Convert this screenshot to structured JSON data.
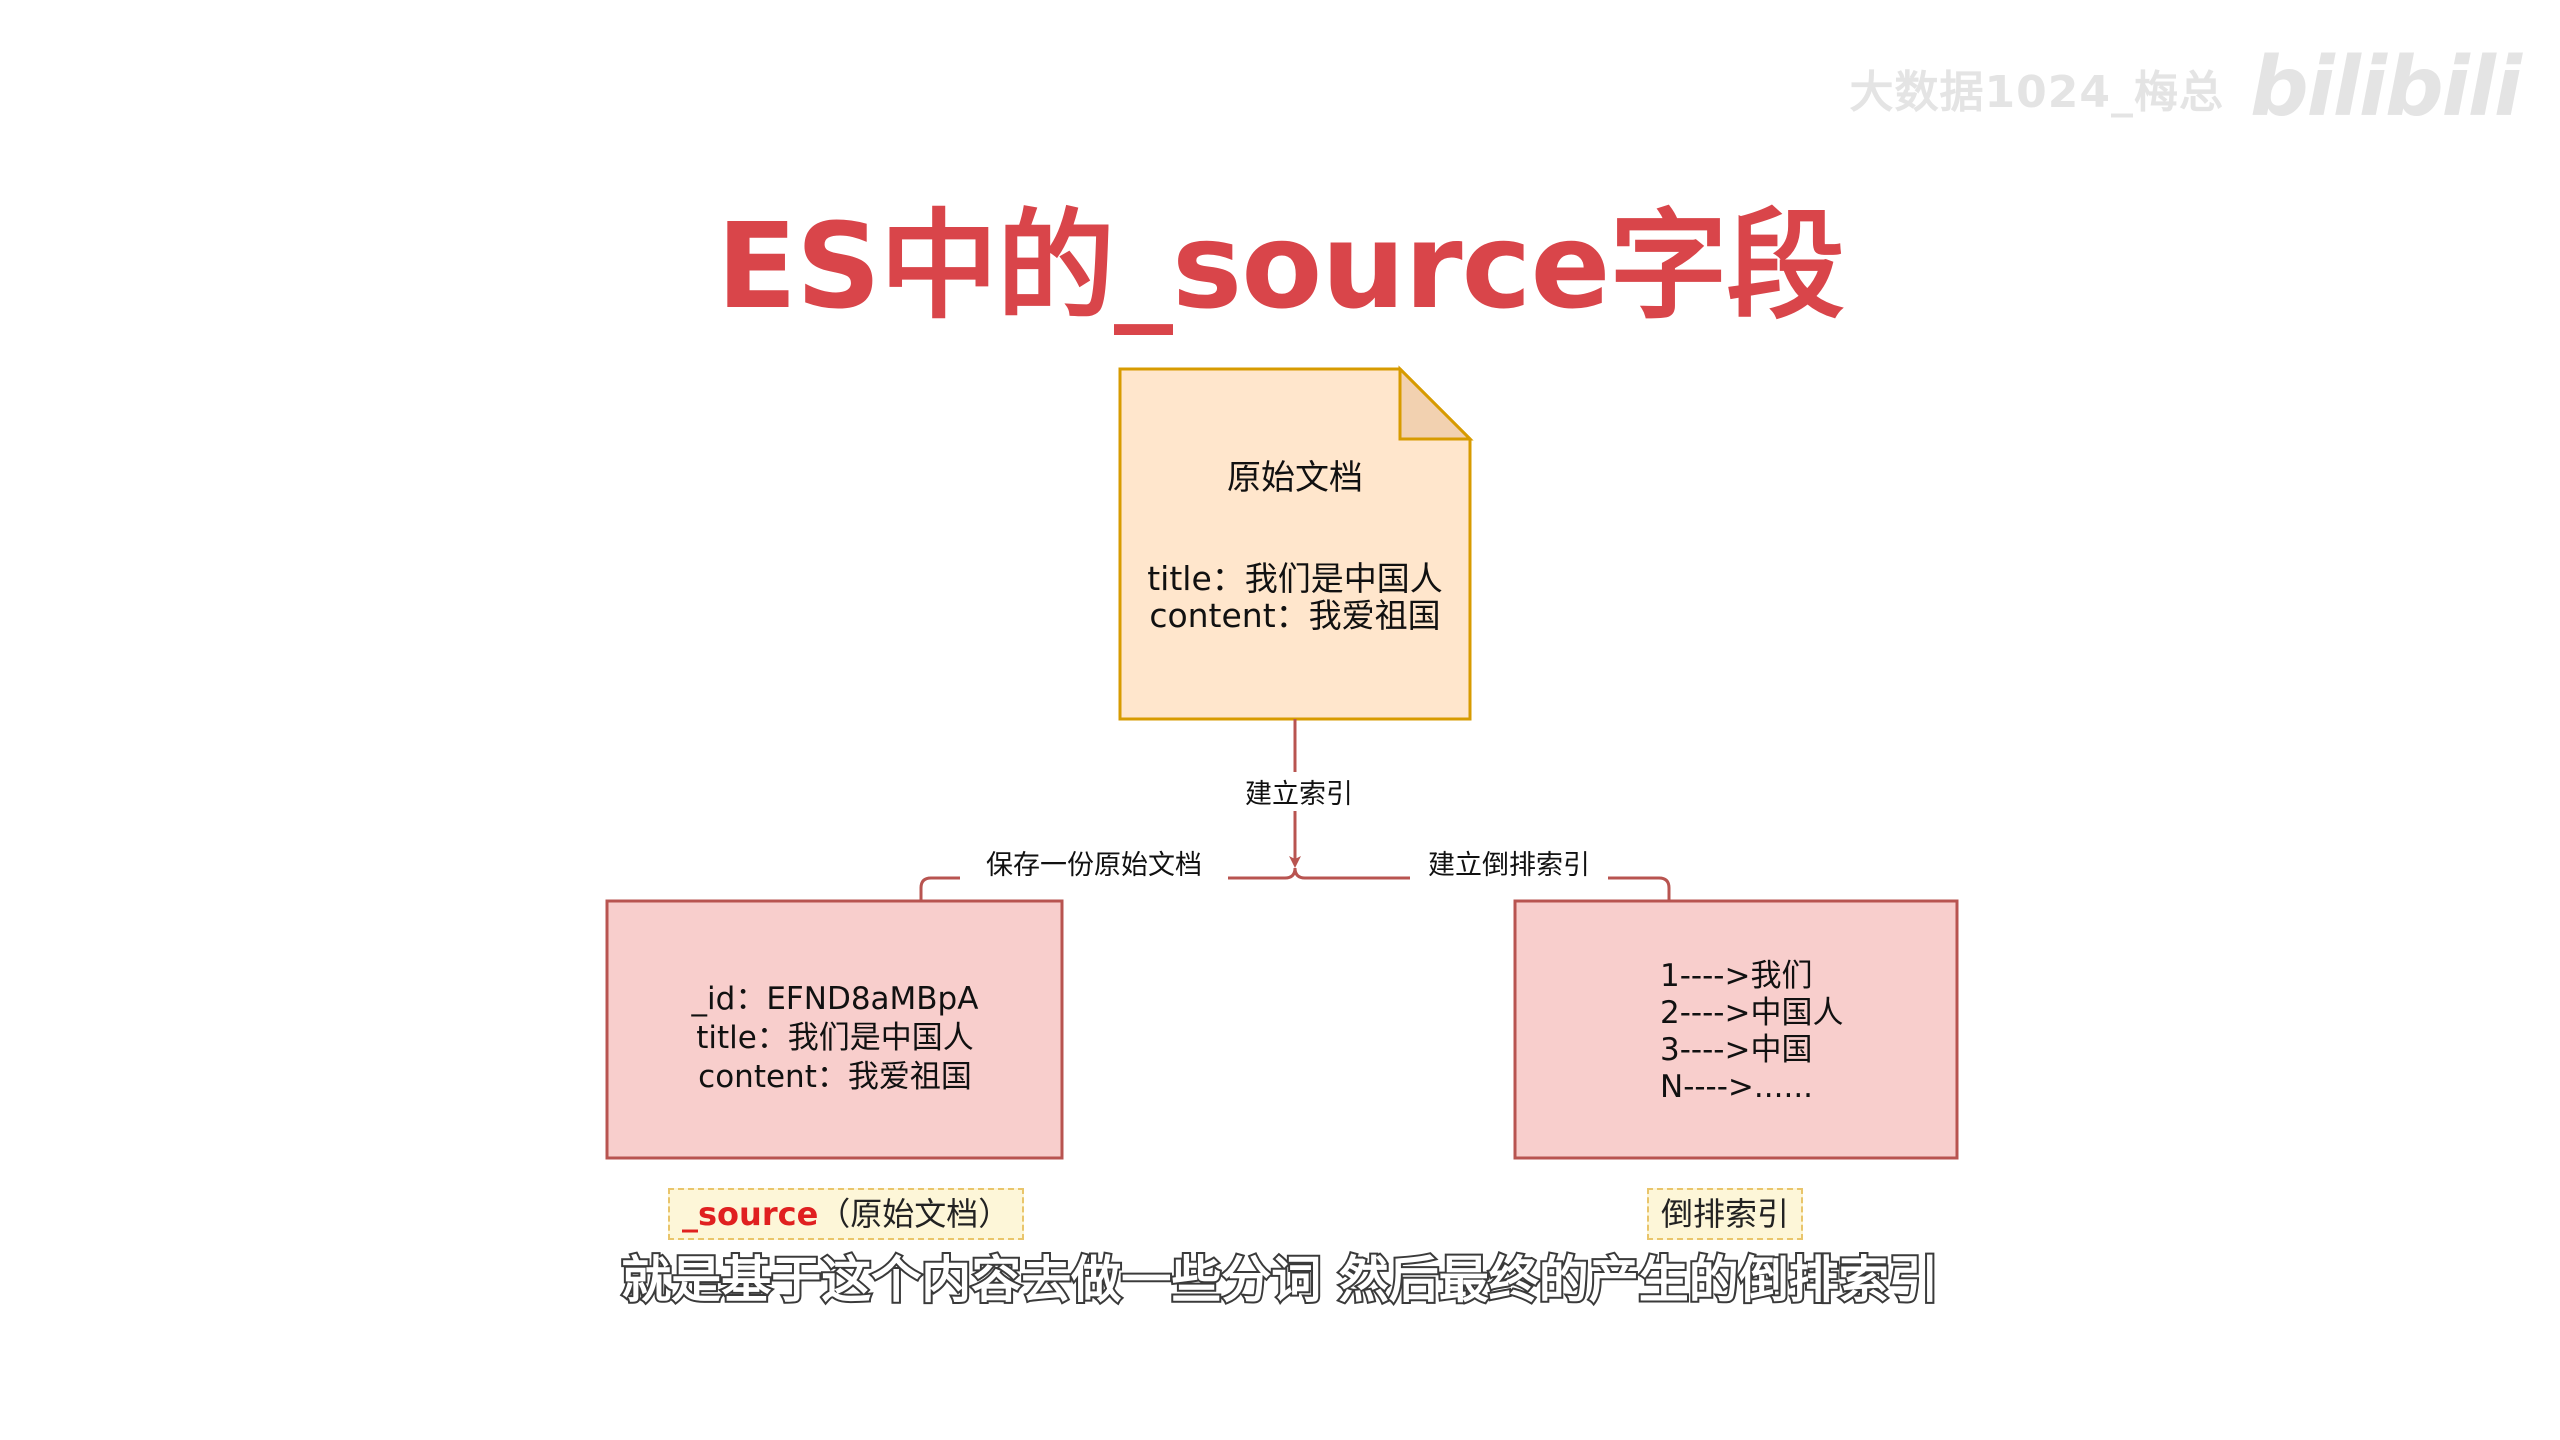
{
  "title": "ES中的_source字段",
  "watermark": {
    "channel": "大数据1024_梅总",
    "logo": "bilibili"
  },
  "original_doc": {
    "heading": "原始文档",
    "lines": [
      "title：我们是中国人",
      "content：我爱祖国"
    ]
  },
  "edges": {
    "build_index": "建立索引",
    "save_copy": "保存一份原始文档",
    "build_inverted": "建立倒排索引"
  },
  "source_box": {
    "lines": [
      "_id：EFND8aMBpA",
      "title：我们是中国人",
      "content：我爱祖国"
    ],
    "caption_key": "_source",
    "caption_rest": "（原始文档）"
  },
  "inverted_box": {
    "lines": [
      "1---->我们",
      "2---->中国人",
      "3---->中国",
      "N---->......"
    ],
    "caption": "倒排索引"
  },
  "subtitle": "就是基于这个内容去做一些分词 然后最终的产生的倒排索引",
  "colors": {
    "title": "#d9454a",
    "doc_fill": "#ffe6cc",
    "doc_stroke": "#d79b00",
    "box_fill": "#f8cecc",
    "box_stroke": "#b85450",
    "caption_fill": "#fdf6d8",
    "caption_border": "#e9c56b",
    "source_key": "#e02020"
  }
}
